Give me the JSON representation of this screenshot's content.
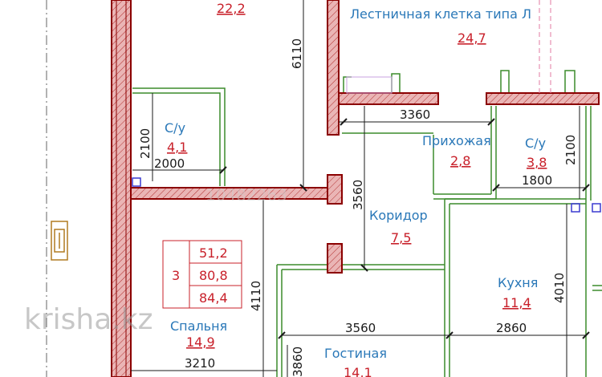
{
  "watermark": {
    "text": "krisha.kz",
    "center_code": "10482263"
  },
  "rooms": {
    "top_area": "22,2",
    "stairwell_label": "Лестничная клетка типа Л",
    "stairwell_area": "24,7",
    "bath1_label": "С/у",
    "bath1_area": "4,1",
    "hall_label": "Прихожая",
    "hall_area": "2,8",
    "bath2_label": "С/у",
    "bath2_area": "3,8",
    "corridor_label": "Коридор",
    "corridor_area": "7,5",
    "kitchen_label": "Кухня",
    "kitchen_area": "11,4",
    "bedroom_label": "Спальня",
    "bedroom_area": "14,9",
    "living_label": "Гостиная",
    "living_area": "14,1"
  },
  "dimensions": {
    "d6110": "6110",
    "d3360": "3360",
    "d2100a": "2100",
    "d2000": "2000",
    "d2100b": "2100",
    "d1800": "1800",
    "d3560v": "3560",
    "d4110": "4110",
    "d4010": "4010",
    "d3560h": "3560",
    "d2860": "2860",
    "d3210": "3210",
    "d3860": "3860"
  },
  "summary_table": {
    "rooms_count": "3",
    "values": [
      "51,2",
      "80,8",
      "84,4"
    ]
  },
  "colors": {
    "wall_fill": "#e8b0b0",
    "wall_stroke": "#8b0000",
    "partition": "#3c8c2c",
    "room_text": "#2a78b8",
    "area_text": "#c8202a",
    "dim_text": "#1a1a1a"
  }
}
